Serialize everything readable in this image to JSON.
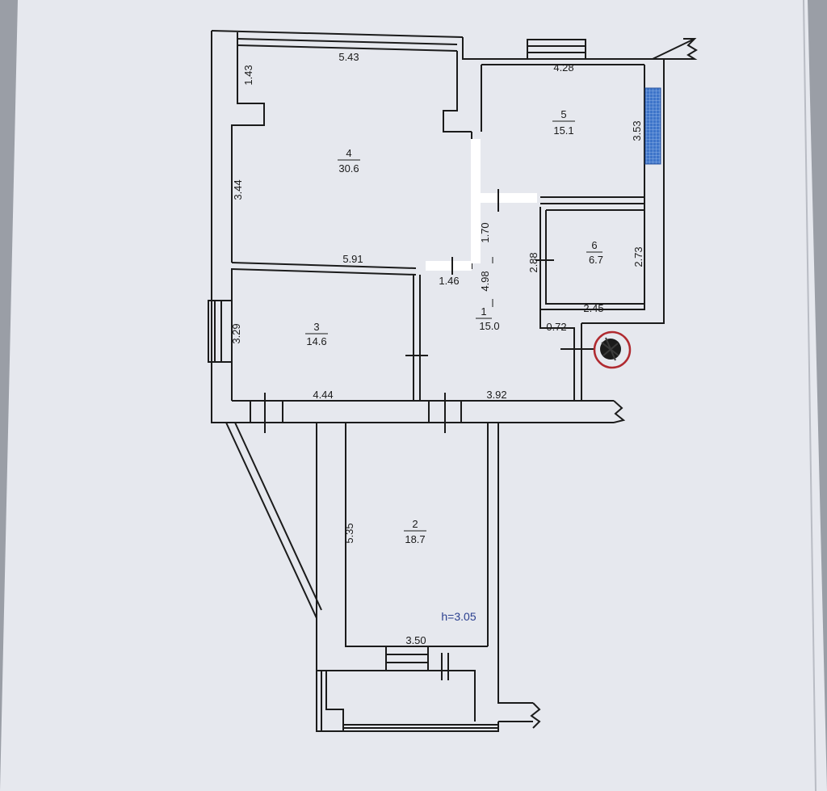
{
  "rooms": [
    {
      "number": "1",
      "area": "15.0"
    },
    {
      "number": "2",
      "area": "18.7"
    },
    {
      "number": "3",
      "area": "14.6"
    },
    {
      "number": "4",
      "area": "30.6"
    },
    {
      "number": "5",
      "area": "15.1"
    },
    {
      "number": "6",
      "area": "6.7"
    }
  ],
  "dimensions": {
    "room4_top": "5.43",
    "room4_left_upper": "1.43",
    "room4_left": "3.44",
    "room4_bottom": "5.91",
    "room5_top": "4.28",
    "room5_right": "3.53",
    "hall_upper": "1.70",
    "hall_height": "4.98",
    "hall_step": "1.46",
    "room6_left": "2.88",
    "room6_right": "2.73",
    "room6_bottom": "2.45",
    "hall_jog": "0.72",
    "room3_left": "3.29",
    "room3_bottom": "4.44",
    "hall_bottom": "3.92",
    "room2_left": "5.35",
    "room2_bottom": "3.50"
  },
  "ceiling_height": "h=3.05",
  "colors": {
    "paper": "#e6e8ee",
    "line": "#1b1b1b",
    "radiator": "#3d74c9",
    "hlabel": "#2a3f8f",
    "mark": "#b02a30"
  }
}
